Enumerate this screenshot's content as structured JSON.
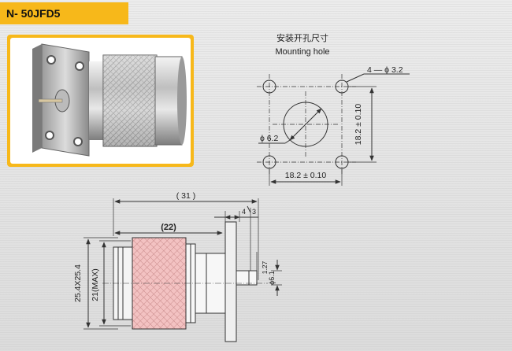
{
  "model": "N- 50JFD5",
  "mounting": {
    "title_cn": "安装开孔尺寸",
    "title_en": "Mounting hole",
    "hole_spec": "4 — ϕ 3.2",
    "center_dia": "ϕ 6.2",
    "pitch_v": "18.2 ± 0.10",
    "pitch_h": "18.2 ± 0.10"
  },
  "side_view": {
    "overall_len": "( 31 )",
    "body_len": "(22)",
    "flange_w": "4",
    "pin_len": "3",
    "pin_offset": "1.27",
    "pin_dia": "ϕ6.1",
    "flange_size": "25.4X25.4",
    "body_dia": "21(MAX)"
  },
  "colors": {
    "accent": "#f7b81a",
    "line": "#333333",
    "knurl": "#e9a7a7"
  }
}
